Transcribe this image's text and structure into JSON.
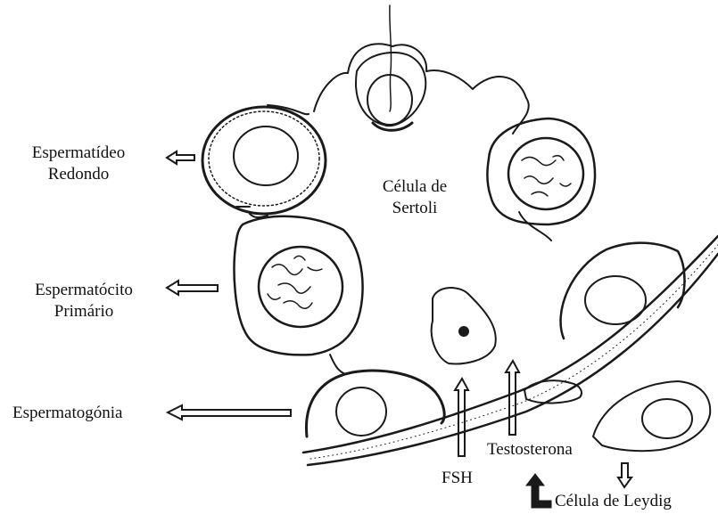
{
  "labels": {
    "round_spermatid_line1": "Espermatídeo",
    "round_spermatid_line2": "Redondo",
    "sertoli_line1": "Célula de",
    "sertoli_line2": "Sertoli",
    "primary_spermatocyte_line1": "Espermatócito",
    "primary_spermatocyte_line2": "Primário",
    "spermatogonia": "Espermatogónia",
    "testosterone": "Testosterona",
    "fsh": "FSH",
    "leydig_cell": "Célula de Leydig"
  },
  "colors": {
    "ink": "#1a1a1a",
    "background": "#ffffff"
  }
}
